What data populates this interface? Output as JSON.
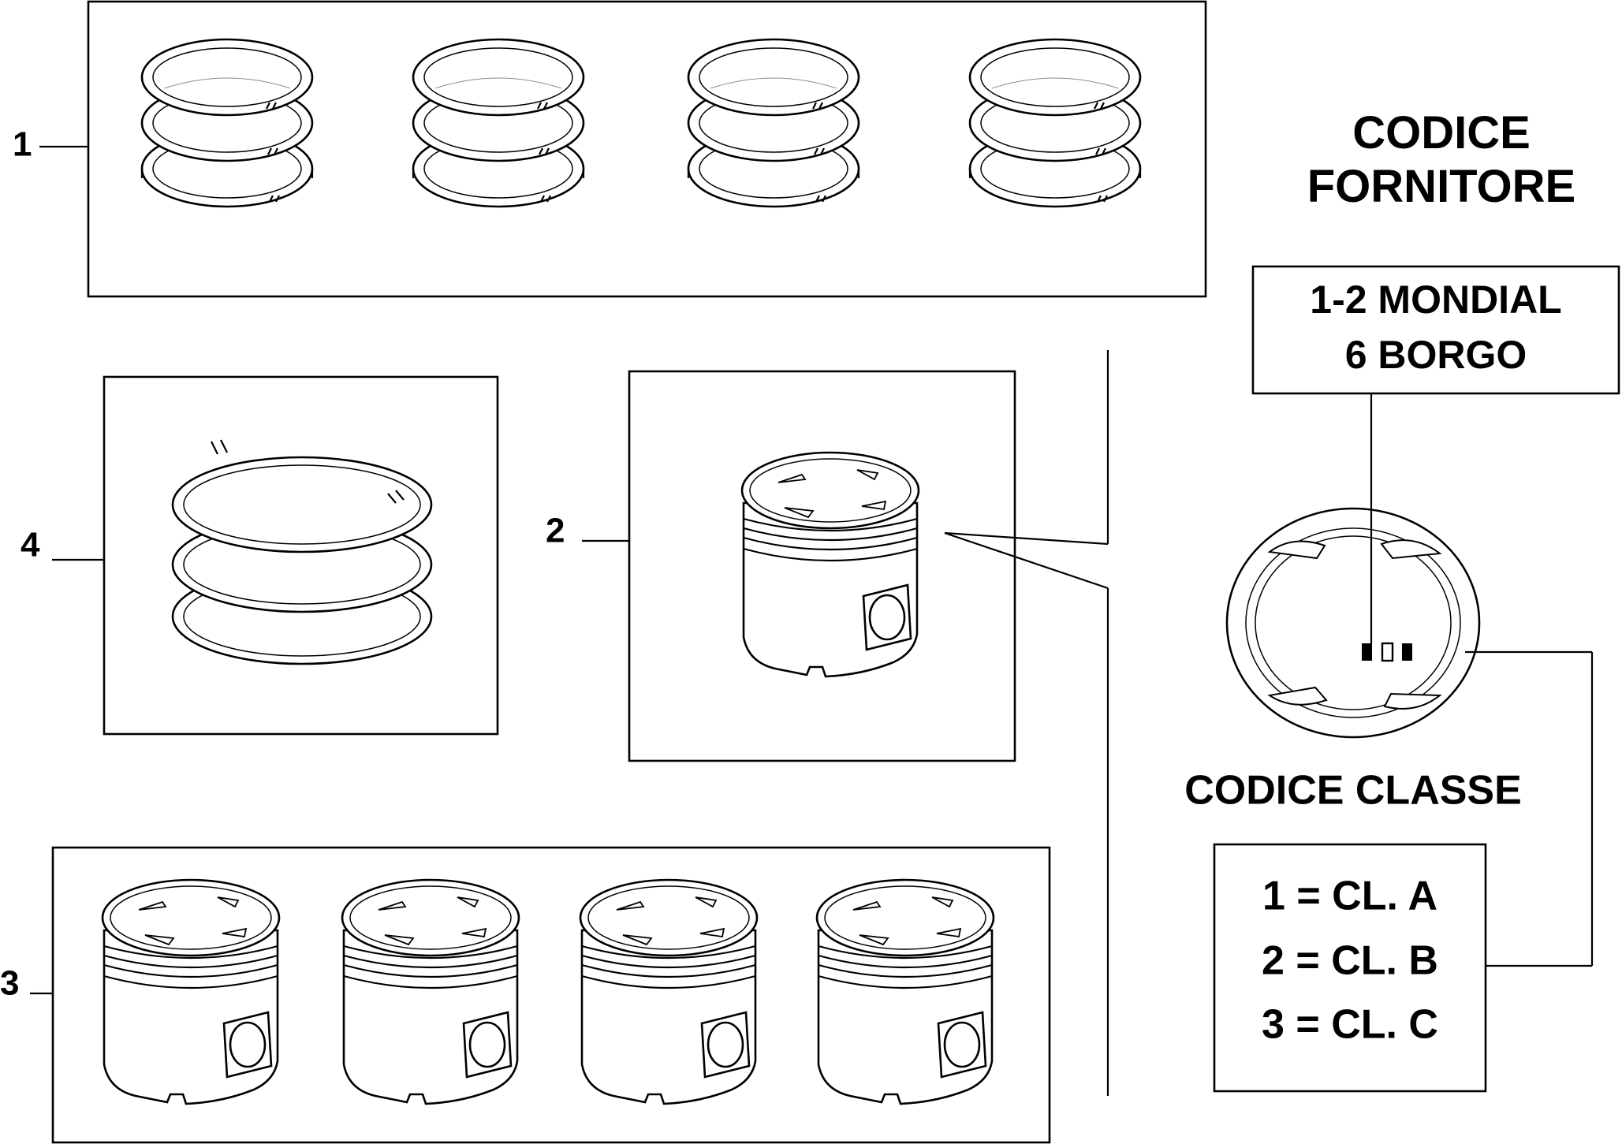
{
  "callouts": {
    "c1": "1",
    "c2": "2",
    "c3": "3",
    "c4": "4"
  },
  "supplier": {
    "heading_line1": "CODICE",
    "heading_line2": "FORNITORE",
    "entry1": "1-2  MONDIAL",
    "entry2": "6 BORGO"
  },
  "classes": {
    "heading": "CODICE  CLASSE",
    "row1": "1 =  CL. A",
    "row2": "2 =  CL. B",
    "row3": "3 =  CL. C"
  },
  "icons": {
    "ring_set": "piston-ring-set-icon",
    "piston": "piston-icon",
    "piston_top": "piston-crown-marking-icon"
  }
}
